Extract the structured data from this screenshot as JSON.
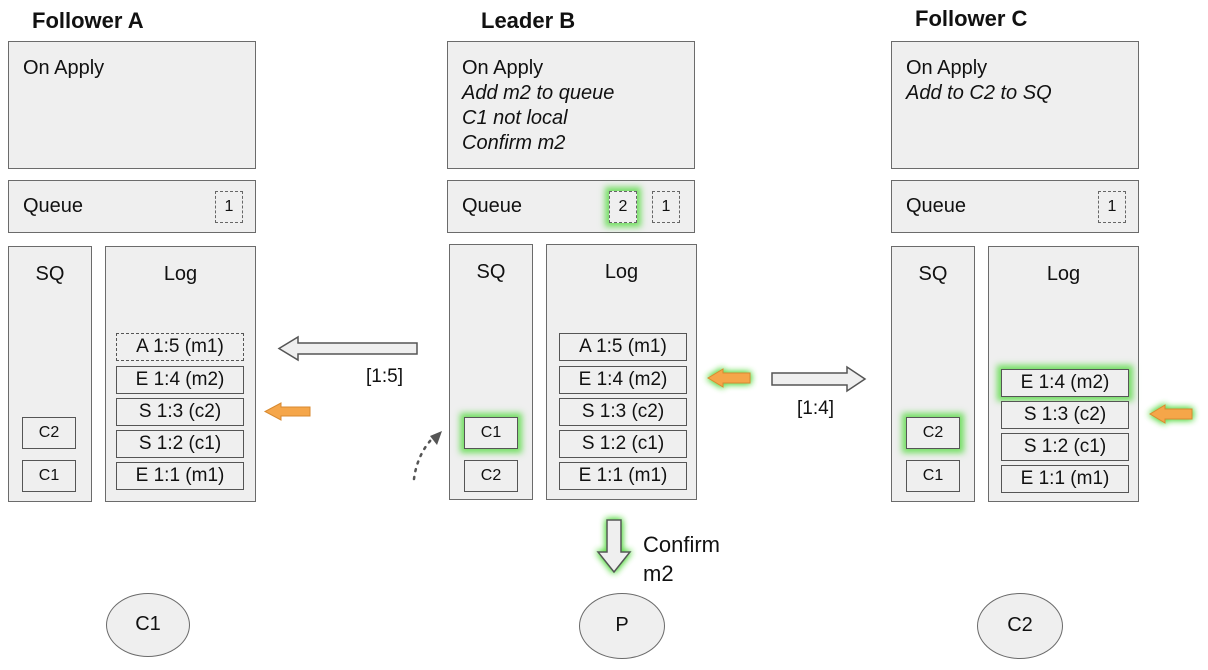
{
  "nodes": {
    "a": {
      "title": "Follower A",
      "apply_title": "On Apply",
      "queue_label": "Queue",
      "queue_items": [
        "1"
      ],
      "sq_label": "SQ",
      "sq_items": [
        "C2",
        "C1"
      ],
      "log_label": "Log",
      "log_entries": [
        "A 1:5 (m1)",
        "E 1:4 (m2)",
        "S 1:3 (c2)",
        "S 1:2 (c1)",
        "E 1:1 (m1)"
      ],
      "client": "C1"
    },
    "b": {
      "title": "Leader B",
      "apply_title": "On Apply",
      "apply_lines": [
        "Add m2 to queue",
        "C1 not local",
        "Confirm m2"
      ],
      "queue_label": "Queue",
      "queue_items": [
        "2",
        "1"
      ],
      "sq_label": "SQ",
      "sq_items": [
        "C1",
        "C2"
      ],
      "log_label": "Log",
      "log_entries": [
        "A 1:5 (m1)",
        "E 1:4 (m2)",
        "S 1:3 (c2)",
        "S 1:2 (c1)",
        "E 1:1 (m1)"
      ],
      "client": "P"
    },
    "c": {
      "title": "Follower C",
      "apply_title": "On Apply",
      "apply_lines": [
        "Add to C2 to SQ"
      ],
      "queue_label": "Queue",
      "queue_items": [
        "1"
      ],
      "sq_label": "SQ",
      "sq_items": [
        "C2",
        "C1"
      ],
      "log_label": "Log",
      "log_entries": [
        "E 1:4 (m2)",
        "S 1:3 (c2)",
        "S 1:2 (c1)",
        "E 1:1 (m1)"
      ],
      "client": "C2"
    }
  },
  "messages": {
    "to_a": "[1:5]",
    "to_c": "[1:4]",
    "confirm": "Confirm m2"
  },
  "colors": {
    "panel_fill": "#efefef",
    "pointer_arrow": "#f5a64a",
    "glow": "#5fdc4b"
  }
}
